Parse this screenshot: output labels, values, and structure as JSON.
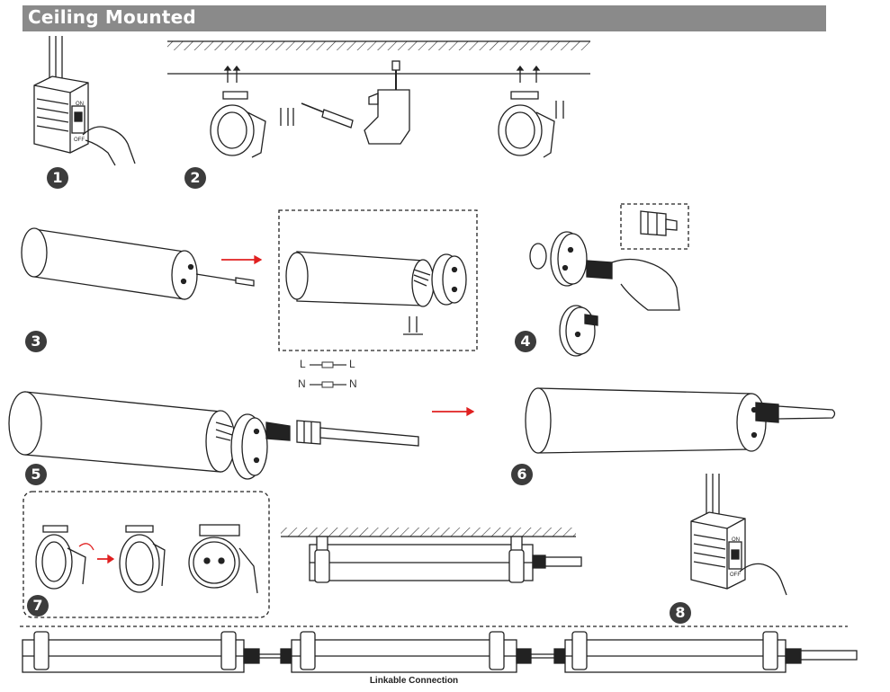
{
  "header": {
    "title": "Ceiling Mounted"
  },
  "steps": [
    "1",
    "2",
    "3",
    "4",
    "5",
    "6",
    "7",
    "8"
  ],
  "switch_labels": {
    "on": "ON",
    "off": "OFF"
  },
  "wiring": {
    "line_left": "L",
    "line_right": "L",
    "neutral_left": "N",
    "neutral_right": "N"
  },
  "caption": "Linkable Connection",
  "colors": {
    "header_bg": "#8a8a8a",
    "arrow": "#e02020",
    "step_badge": "#3c3c3c"
  }
}
